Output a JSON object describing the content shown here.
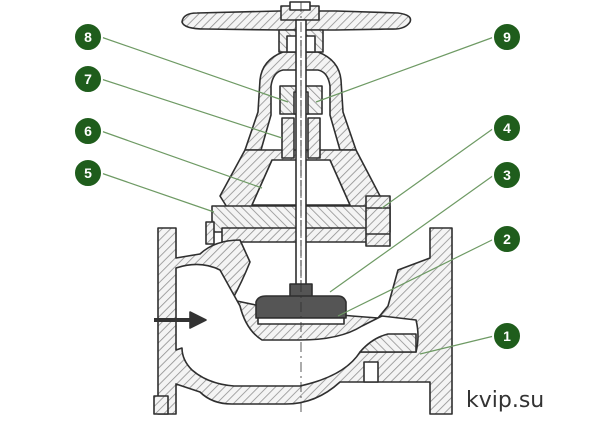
{
  "colors": {
    "hatch": "#8f8f8f",
    "outline": "#2f2f2f",
    "dark_part": "#555555",
    "leader": "#6e9a64",
    "callout_fill": "#1f5d1c",
    "arrow": "#333333"
  },
  "callouts": [
    {
      "num": "8"
    },
    {
      "num": "9"
    },
    {
      "num": "7"
    },
    {
      "num": "6"
    },
    {
      "num": "4"
    },
    {
      "num": "5"
    },
    {
      "num": "3"
    },
    {
      "num": "2"
    },
    {
      "num": "1"
    }
  ],
  "watermark": "kvip.su"
}
